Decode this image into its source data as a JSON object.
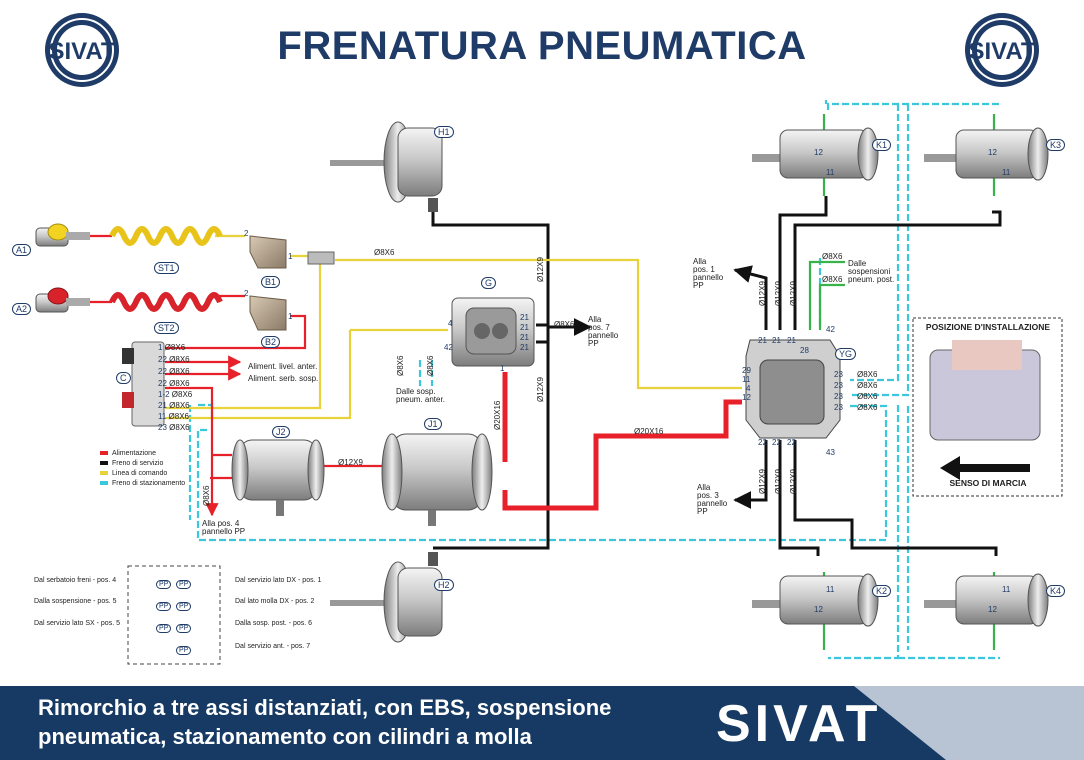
{
  "header": {
    "title": "FRENATURA PNEUMATICA",
    "logo_text": "SIVAT"
  },
  "footer": {
    "line1": "Rimorchio a tre assi distanziati, con EBS, sospensione",
    "line2": "pneumatica, stazionamento con cilindri a molla",
    "brand": "SIVAT"
  },
  "colors": {
    "alimentazione": "#e8202a",
    "servizio": "#111111",
    "comando": "#e8d23a",
    "stazionamento": "#3cc8dc",
    "accent": "#1f3b68"
  },
  "legend": [
    {
      "label": "Alimentazione",
      "color": "#e8202a"
    },
    {
      "label": "Freno di servizio",
      "color": "#111111"
    },
    {
      "label": "Linea di comando",
      "color": "#e8d23a"
    },
    {
      "label": "Freno di stazionamento",
      "color": "#3cc8dc"
    }
  ],
  "components": {
    "H1": "H1",
    "H2": "H2",
    "K1": "K1",
    "K2": "K2",
    "K3": "K3",
    "K4": "K4",
    "A1": "A1",
    "A2": "A2",
    "ST1": "ST1",
    "ST2": "ST2",
    "B1": "B1",
    "B2": "B2",
    "C": "C",
    "G": "G",
    "J1": "J1",
    "J2": "J2",
    "YG": "YG"
  },
  "pipe_labels": {
    "d8x6": "Ø8X6",
    "d12x9": "Ø12X9",
    "d20x16": "Ø20X16"
  },
  "notes": {
    "pos1": [
      "Alla",
      "pos. 1",
      "pannello",
      "PP"
    ],
    "pos3": [
      "Alla",
      "pos. 3",
      "pannello",
      "PP"
    ],
    "pos7": [
      "Alla",
      "pos. 7",
      "pannello",
      "PP"
    ],
    "pos4": [
      "Alla pos. 4",
      "pannello PP"
    ],
    "sosp_post": [
      "Dalle",
      "sospensioni",
      "pneum. post."
    ],
    "sosp_ant": [
      "Dalle sosp.",
      "pneum. anter."
    ],
    "aliment_livel": "Aliment. livel. anter.",
    "aliment_serb": "Aliment. serb. sosp."
  },
  "port_numbers": {
    "c_ports": [
      "1",
      "22",
      "22",
      "22",
      "1-2",
      "21",
      "11",
      "23"
    ],
    "g_ports": [
      "4",
      "42",
      "21",
      "21",
      "21",
      "21"
    ],
    "yg_left": [
      "21",
      "21",
      "21",
      "28",
      "42",
      "29",
      "11",
      "4",
      "12"
    ],
    "yg_right": [
      "23",
      "23",
      "23",
      "23"
    ],
    "yg_bottom": [
      "22",
      "22",
      "22",
      "43"
    ],
    "cyl": [
      "12",
      "11"
    ],
    "valve": [
      "1",
      "2"
    ]
  },
  "panel": {
    "left": [
      "Dal serbatoio freni - pos. 4",
      "Dalla sospensione - pos. 5",
      "Dal servizio lato SX - pos. 5"
    ],
    "right": [
      "Dal servizio lato DX - pos. 1",
      "Dal lato molla DX - pos. 2",
      "Dalla sosp. post. - pos. 6",
      "Dal servizio ant. - pos. 7"
    ],
    "pp": "PP"
  },
  "install": {
    "title": "POSIZIONE D'INSTALLAZIONE",
    "direction": "SENSO DI MARCIA"
  }
}
